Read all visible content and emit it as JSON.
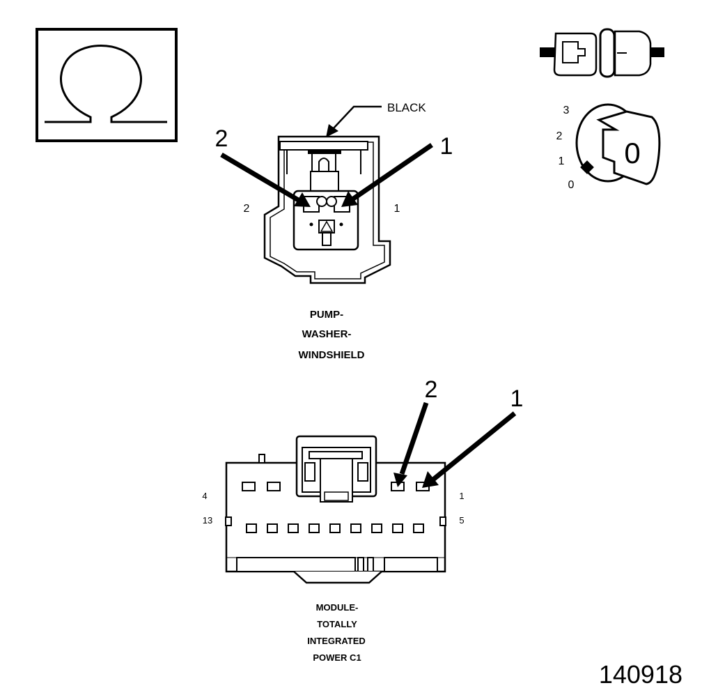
{
  "meter": {
    "symbol": "Ω"
  },
  "ignition": {
    "positions": [
      "3",
      "2",
      "1",
      "0"
    ],
    "key_label": "0"
  },
  "connector_top": {
    "color_callout": "BLACK",
    "arrow_left_label": "2",
    "arrow_right_label": "1",
    "pin_left_label": "2",
    "pin_right_label": "1",
    "name_lines": [
      "PUMP-",
      "WASHER-",
      "WINDSHIELD"
    ]
  },
  "connector_bottom": {
    "arrow_left_label": "2",
    "arrow_right_label": "1",
    "row1_left_label": "4",
    "row1_right_label": "1",
    "row2_left_label": "13",
    "row2_right_label": "5",
    "name_lines": [
      "MODULE-",
      "TOTALLY",
      "INTEGRATED",
      "POWER C1"
    ]
  },
  "figure_number": "140918"
}
